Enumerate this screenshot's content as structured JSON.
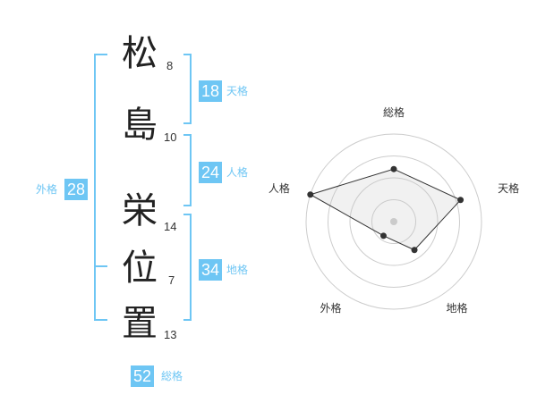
{
  "name_chars": [
    {
      "char": "松",
      "strokes": "8"
    },
    {
      "char": "島",
      "strokes": "10"
    },
    {
      "char": "栄",
      "strokes": "14"
    },
    {
      "char": "位",
      "strokes": "7"
    },
    {
      "char": "置",
      "strokes": "13"
    }
  ],
  "kaku": {
    "tenkaku": {
      "value": "18",
      "label": "天格"
    },
    "jinkaku": {
      "value": "24",
      "label": "人格"
    },
    "chikaku": {
      "value": "34",
      "label": "地格"
    },
    "gaikaku": {
      "value": "28",
      "label": "外格"
    },
    "soukaku": {
      "value": "52",
      "label": "総格"
    }
  },
  "colors": {
    "accent": "#6ec6f4",
    "text": "#222222"
  },
  "chart_data": {
    "type": "radar",
    "axes": [
      "総格",
      "天格",
      "地格",
      "外格",
      "人格"
    ],
    "scale_rings": 4,
    "values": [
      0.6,
      0.8,
      0.4,
      0.2,
      1.0
    ]
  }
}
